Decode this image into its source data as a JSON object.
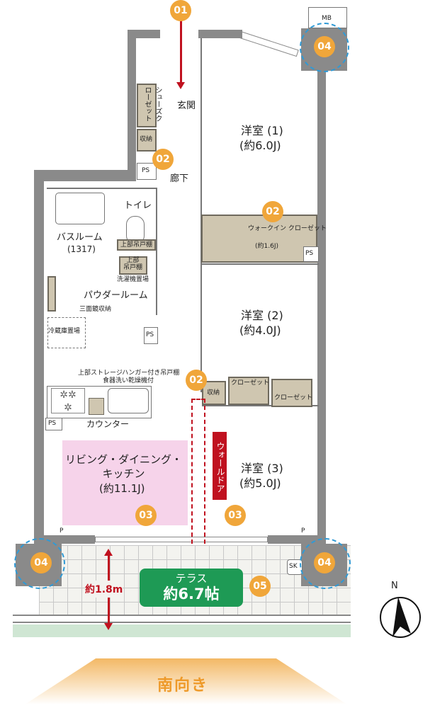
{
  "rooms": {
    "entrance": "玄関",
    "shoe_closet": "シューズクローゼット",
    "storage_entrance": "収納",
    "ps": "PS",
    "hallway": "廊下",
    "toilet": "トイレ",
    "upper_cabinet": "上部吊戸棚",
    "upper_cabinet_2": "上部\n吊戸棚",
    "laundry": "洗濯機置場",
    "bathroom": "バスルーム",
    "bathroom_size": "(1317)",
    "powder_room": "パウダールーム",
    "mirror_storage": "三面鏡収納",
    "fridge": "冷蔵庫置場",
    "kitchen_note_1": "上部ストレージハンガー付き吊戸棚",
    "kitchen_note_2": "食器洗い乾燥機付",
    "counter": "カウンター",
    "ldk": "リビング・ダイニング・\nキッチン",
    "ldk_size": "(約11.1J)",
    "western1": "洋室 (1)",
    "western1_size": "(約6.0J)",
    "wic": "ウォークイン\nクローゼット",
    "wic_size": "(約1.6J)",
    "western2": "洋室 (2)",
    "western2_size": "(約4.0J)",
    "storage": "収納",
    "closet": "クローゼット",
    "western3": "洋室 (3)",
    "western3_size": "(約5.0J)",
    "wall_door": "ウォールドア",
    "mb": "MB",
    "p": "P",
    "sk": "SK"
  },
  "terrace": {
    "label": "テラス",
    "size": "約6.7帖",
    "depth": "約1.8m",
    "color": "#1e9a55"
  },
  "markers": [
    "01",
    "02",
    "03",
    "04",
    "05"
  ],
  "orientation": "南向き",
  "compass": "N",
  "colors": {
    "marker": "#f0a63a",
    "ldk": "#f6d3ea",
    "accent_red": "#c0111f",
    "ring": "#2f9ad6"
  }
}
